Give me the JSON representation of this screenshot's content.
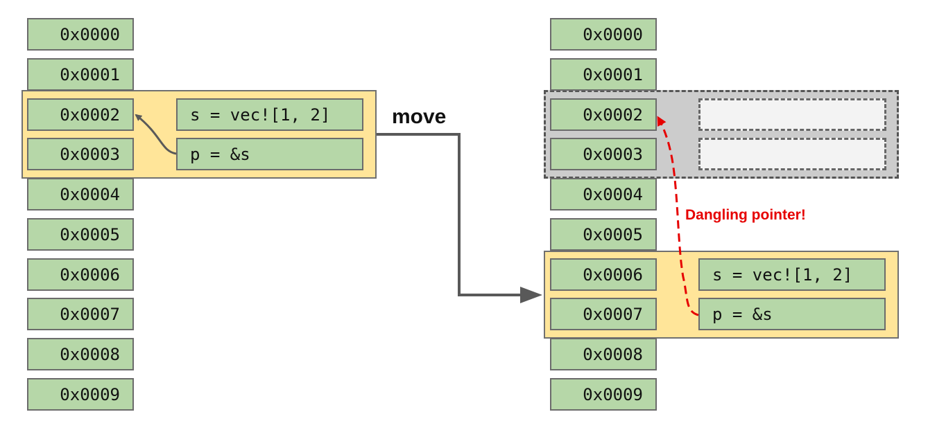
{
  "left_column": {
    "addresses": [
      "0x0000",
      "0x0001",
      "0x0002",
      "0x0003",
      "0x0004",
      "0x0005",
      "0x0006",
      "0x0007",
      "0x0008",
      "0x0009"
    ],
    "struct": {
      "field_s": "s = vec![1, 2]",
      "field_p": "p = &s"
    }
  },
  "right_column": {
    "addresses": [
      "0x0000",
      "0x0001",
      "0x0002",
      "0x0003",
      "0x0004",
      "0x0005",
      "0x0006",
      "0x0007",
      "0x0008",
      "0x0009"
    ],
    "struct": {
      "field_s": "s = vec![1, 2]",
      "field_p": "p = &s"
    }
  },
  "labels": {
    "move": "move",
    "dangling": "Dangling pointer!"
  },
  "colors": {
    "memory_cell": "#b6d7a8",
    "struct_frame": "#ffe599",
    "freed_region": "#cccccc",
    "dangling_arrow": "#e60000",
    "move_arrow": "#595959"
  }
}
